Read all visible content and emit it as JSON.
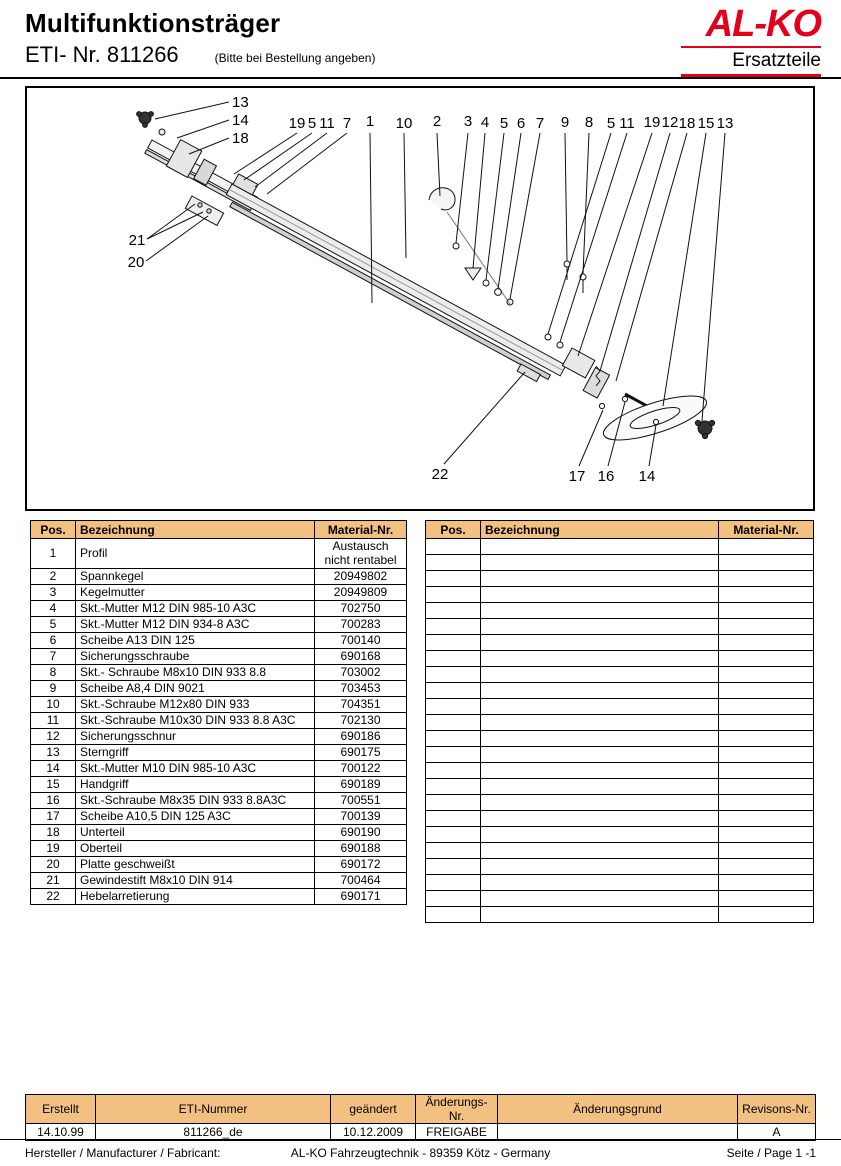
{
  "colors": {
    "brand": "#e2001a",
    "table_header_bg": "#f2c080"
  },
  "header": {
    "title": "Multifunktionsträger",
    "eti_label": "ETI- Nr.  811266",
    "eti_note": "(Bitte bei Bestellung angeben)",
    "brand": "AL-KO",
    "brand_sub": "Ersatzteile"
  },
  "diagram": {
    "top_left": [
      "13",
      "14",
      "18"
    ],
    "top": [
      "19",
      "5",
      "11",
      "7",
      "1",
      "10",
      "2",
      "3",
      "4",
      "5",
      "6",
      "7",
      "9",
      "8",
      "5",
      "11",
      "19",
      "12",
      "18",
      "15",
      "13"
    ],
    "left": [
      "21",
      "20"
    ],
    "bottom": [
      "22",
      "17",
      "16",
      "14"
    ]
  },
  "parts_table": {
    "headers": {
      "pos": "Pos.",
      "name": "Bezeichnung",
      "material": "Material-Nr."
    },
    "rows": [
      {
        "pos": "1",
        "name": "Profil",
        "material": "Austausch nicht rentabel"
      },
      {
        "pos": "2",
        "name": "Spannkegel",
        "material": "20949802"
      },
      {
        "pos": "3",
        "name": "Kegelmutter",
        "material": "20949809"
      },
      {
        "pos": "4",
        "name": "Skt.-Mutter M12 DIN 985-10 A3C",
        "material": "702750"
      },
      {
        "pos": "5",
        "name": "Skt.-Mutter M12 DIN 934-8 A3C",
        "material": "700283"
      },
      {
        "pos": "6",
        "name": "Scheibe A13 DIN 125",
        "material": "700140"
      },
      {
        "pos": "7",
        "name": "Sicherungsschraube",
        "material": "690168"
      },
      {
        "pos": "8",
        "name": "Skt.- Schraube M8x10 DIN 933 8.8",
        "material": "703002"
      },
      {
        "pos": "9",
        "name": "Scheibe A8,4 DIN 9021",
        "material": "703453"
      },
      {
        "pos": "10",
        "name": "Skt.-Schraube M12x80 DIN 933",
        "material": "704351"
      },
      {
        "pos": "11",
        "name": "Skt.-Schraube M10x30 DIN 933 8.8 A3C",
        "material": "702130"
      },
      {
        "pos": "12",
        "name": "Sicherungsschnur",
        "material": "690186"
      },
      {
        "pos": "13",
        "name": "Sterngriff",
        "material": "690175"
      },
      {
        "pos": "14",
        "name": "Skt.-Mutter M10 DIN 985-10 A3C",
        "material": "700122"
      },
      {
        "pos": "15",
        "name": "Handgriff",
        "material": "690189"
      },
      {
        "pos": "16",
        "name": "Skt.-Schraube M8x35 DIN 933 8.8A3C",
        "material": "700551"
      },
      {
        "pos": "17",
        "name": "Scheibe A10,5 DIN 125 A3C",
        "material": "700139"
      },
      {
        "pos": "18",
        "name": "Unterteil",
        "material": "690190"
      },
      {
        "pos": "19",
        "name": "Oberteil",
        "material": "690188"
      },
      {
        "pos": "20",
        "name": "Platte geschweißt",
        "material": "690172"
      },
      {
        "pos": "21",
        "name": "Gewindestift M8x10 DIN 914",
        "material": "700464"
      },
      {
        "pos": "22",
        "name": "Hebelarretierung",
        "material": "690171"
      }
    ]
  },
  "empty_table": {
    "headers": {
      "pos": "Pos.",
      "name": "Bezeichnung",
      "material": "Material-Nr."
    },
    "row_count": 24
  },
  "revision_table": {
    "headers": [
      "Erstellt",
      "ETI-Nummer",
      "geändert",
      "Änderungs-Nr.",
      "Änderungsgrund",
      "Revisons-Nr."
    ],
    "values": [
      "14.10.99",
      "811266_de",
      "10.12.2009",
      "FREIGABE",
      "",
      "A"
    ]
  },
  "footer": {
    "left": "Hersteller / Manufacturer / Fabricant:",
    "center": "AL-KO Fahrzeugtechnik - 89359 Kötz - Germany",
    "right": "Seite / Page  1 -1"
  }
}
